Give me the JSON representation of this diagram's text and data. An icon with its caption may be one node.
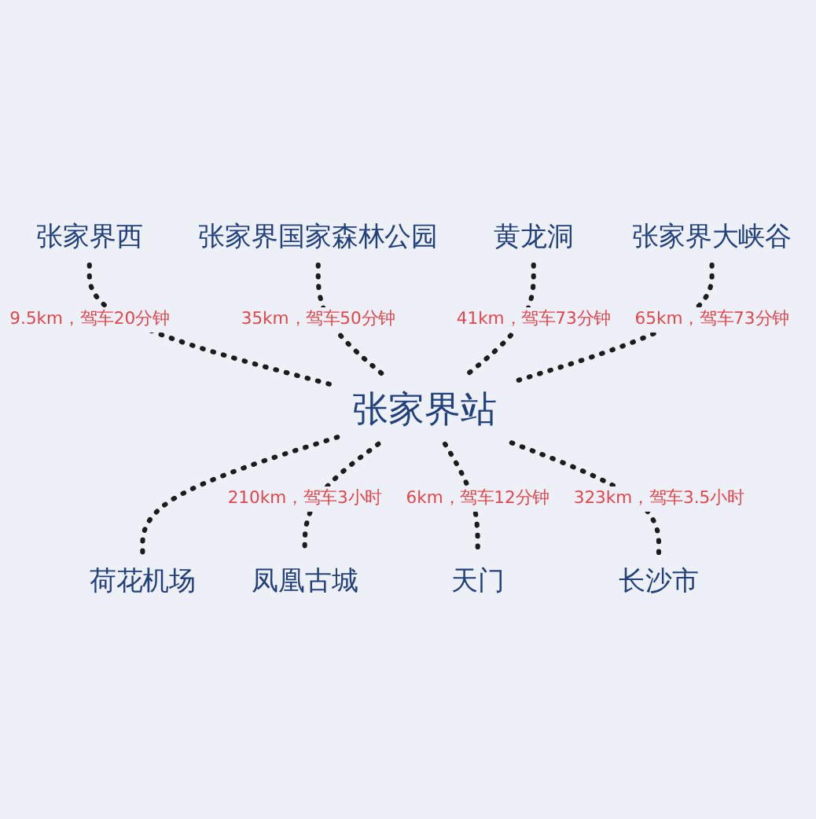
{
  "diagram": {
    "nodes": [
      {
        "text": [
          "张家界国家森林公园"
        ]
      },
      {
        "text": [
          "张家界大峡谷"
        ]
      },
      {
        "text": [
          "黄龙洞"
        ]
      },
      {
        "text": [
          "张家界西"
        ]
      },
      {
        "text": [
          "张家界站"
        ]
      },
      {
        "text": [
          "长沙市"
        ]
      },
      {
        "text": [
          "荷花机场"
        ]
      },
      {
        "text": [
          "凤凰古城"
        ]
      },
      {
        "text": [
          "天门"
        ]
      }
    ],
    "edges": [
      {
        "from": 3,
        "to": 4,
        "arrow": "none",
        "style": "dashed",
        "label": "9.5km，驾车20分钟"
      },
      {
        "from": 0,
        "to": 4,
        "arrow": "none",
        "style": "dashed",
        "label": "35km，驾车50分钟"
      },
      {
        "from": 2,
        "to": 4,
        "arrow": "none",
        "style": "dashed",
        "label": "41km，驾车73分钟"
      },
      {
        "from": 1,
        "to": 4,
        "arrow": "none",
        "style": "dashed",
        "label": "65km，驾车73分钟"
      },
      {
        "from": 4,
        "to": 6,
        "arrow": "none",
        "style": "dashed"
      },
      {
        "from": 4,
        "to": 7,
        "arrow": "none",
        "style": "dashed",
        "label": "210km，驾车3小时"
      },
      {
        "from": 4,
        "to": 8,
        "arrow": "none",
        "style": "dashed",
        "label": "6km，驾车12分钟"
      },
      {
        "from": 4,
        "to": 5,
        "arrow": "none",
        "style": "dashed",
        "label": "323km，驾车3.5小时"
      }
    ]
  }
}
